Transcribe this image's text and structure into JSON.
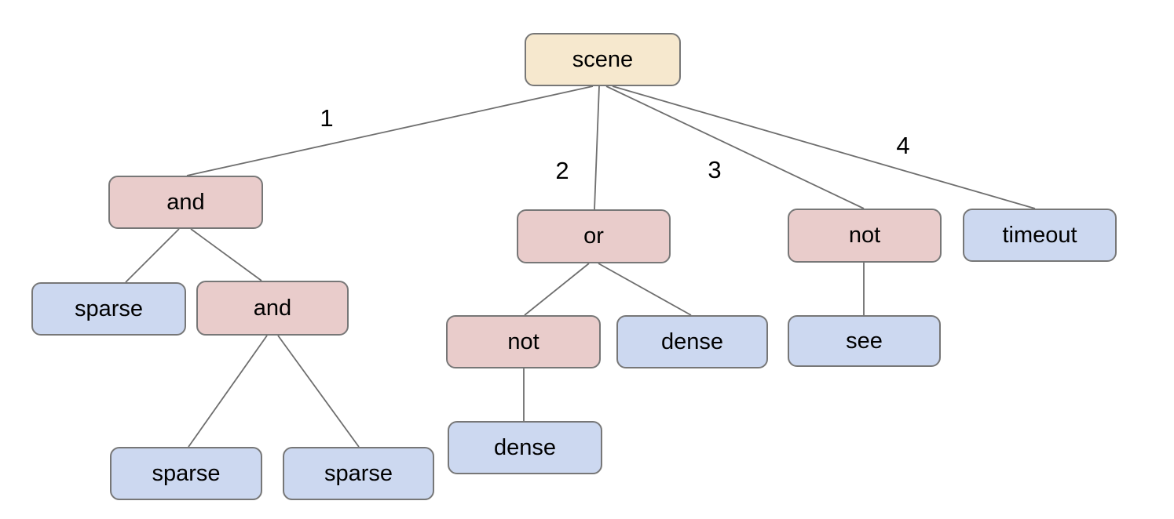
{
  "diagram": {
    "type": "tree",
    "background": "#ffffff",
    "colors": {
      "root_fill": "#f6e8ce",
      "operator_fill": "#e9cccb",
      "leaf_fill": "#ccd8f0",
      "node_border": "#777777",
      "edge_line": "#6e6e6e",
      "text": "#000000"
    },
    "nodes": [
      {
        "id": "scene",
        "label": "scene",
        "kind": "root"
      },
      {
        "id": "and-1",
        "label": "and",
        "kind": "operator"
      },
      {
        "id": "or",
        "label": "or",
        "kind": "operator"
      },
      {
        "id": "not-1",
        "label": "not",
        "kind": "operator"
      },
      {
        "id": "timeout",
        "label": "timeout",
        "kind": "leaf"
      },
      {
        "id": "sparse-1",
        "label": "sparse",
        "kind": "leaf"
      },
      {
        "id": "and-2",
        "label": "and",
        "kind": "operator"
      },
      {
        "id": "not-2",
        "label": "not",
        "kind": "operator"
      },
      {
        "id": "dense-1",
        "label": "dense",
        "kind": "leaf"
      },
      {
        "id": "see",
        "label": "see",
        "kind": "leaf"
      },
      {
        "id": "sparse-2",
        "label": "sparse",
        "kind": "leaf"
      },
      {
        "id": "sparse-3",
        "label": "sparse",
        "kind": "leaf"
      },
      {
        "id": "dense-2",
        "label": "dense",
        "kind": "leaf"
      }
    ],
    "edges": [
      {
        "from": "scene",
        "to": "and-1",
        "label": "1"
      },
      {
        "from": "scene",
        "to": "or",
        "label": "2"
      },
      {
        "from": "scene",
        "to": "not-1",
        "label": "3"
      },
      {
        "from": "scene",
        "to": "timeout",
        "label": "4"
      },
      {
        "from": "and-1",
        "to": "sparse-1"
      },
      {
        "from": "and-1",
        "to": "and-2"
      },
      {
        "from": "and-2",
        "to": "sparse-2"
      },
      {
        "from": "and-2",
        "to": "sparse-3"
      },
      {
        "from": "or",
        "to": "not-2"
      },
      {
        "from": "or",
        "to": "dense-1"
      },
      {
        "from": "not-2",
        "to": "dense-2"
      },
      {
        "from": "not-1",
        "to": "see"
      }
    ]
  }
}
